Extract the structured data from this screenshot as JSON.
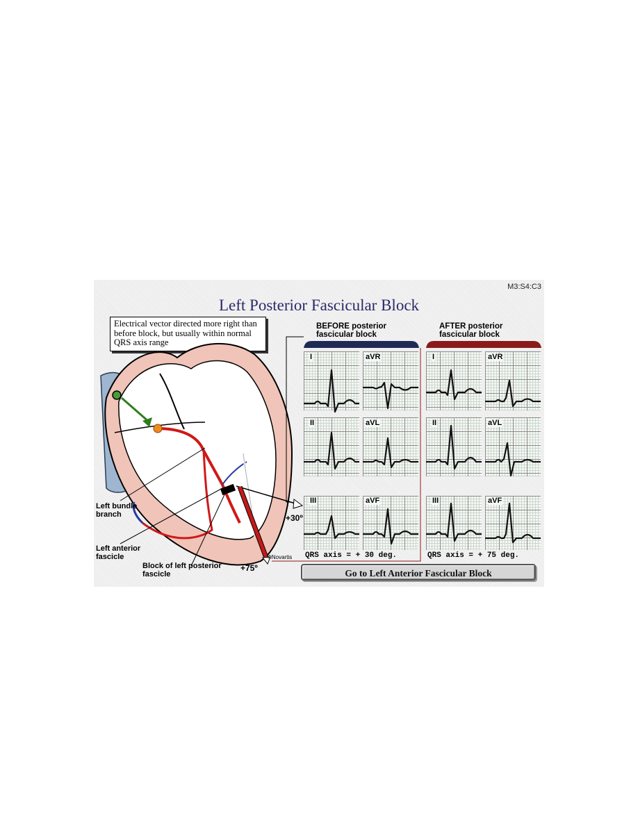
{
  "slide_code": "M3:S4:C3",
  "title": "Left Posterior Fascicular Block",
  "callout": "Electrical vector directed more right than before block, but usually within normal QRS axis range",
  "labels": {
    "left_bundle_branch": "Left bundle branch",
    "left_anterior_fascicle": "Left anterior fascicle",
    "block_left_posterior": "Block of left posterior fascicle",
    "signature": "©Novartis"
  },
  "angles": {
    "before": "+30º",
    "after": "+75º"
  },
  "before": {
    "header": "BEFORE posterior fascicular block",
    "axis": "QRS axis = + 30 deg.",
    "accent": "#1e2a55"
  },
  "after": {
    "header": "AFTER posterior fascicular block",
    "axis": "QRS axis = + 75 deg.",
    "accent": "#8a1a1a"
  },
  "leads": [
    "I",
    "aVR",
    "II",
    "aVL",
    "III",
    "aVF"
  ],
  "button_label": "Go to Left Anterior Fascicular Block"
}
